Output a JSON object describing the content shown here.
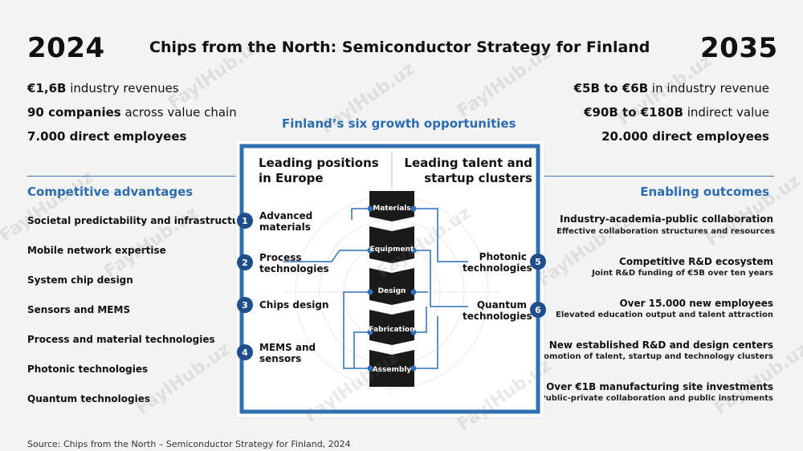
{
  "header": {
    "year_left": "2024",
    "year_right": "2035",
    "title": "Chips from the North: Semiconductor Strategy for Finland"
  },
  "stats_2024": [
    {
      "bold": "€1,6B",
      "rest": " industry revenues"
    },
    {
      "bold": "90 companies",
      "rest": " across value chain"
    },
    {
      "bold": "7.000 direct employees",
      "rest": ""
    }
  ],
  "stats_2035": [
    {
      "bold": "€5B to €6B",
      "rest": " in industry revenue"
    },
    {
      "bold": "€90B to €180B",
      "rest": " indirect value"
    },
    {
      "bold": "20.000 direct employees",
      "rest": ""
    }
  ],
  "opportunities_heading": "Finland’s six growth opportunities",
  "competitive": {
    "heading": "Competitive advantages",
    "items": [
      "Societal predictability and infrastructure",
      "Mobile network expertise",
      "System chip design",
      "Sensors and MEMS",
      "Process and material technologies",
      "Photonic technologies",
      "Quantum technologies"
    ]
  },
  "outcomes": {
    "heading": "Enabling outcomes",
    "items": [
      {
        "title": "Industry-academia-public collaboration",
        "sub": "Effective collaboration structures and resources"
      },
      {
        "title": "Competitive R&D ecosystem",
        "sub": "Joint R&D funding of €5B over ten years"
      },
      {
        "title": "Over 15.000 new employees",
        "sub": "Elevated education output and talent attraction"
      },
      {
        "title": "New established R&D and design centers",
        "sub": "Promotion of talent, startup and technology clusters"
      },
      {
        "title": "Over €1B manufacturing site investments",
        "sub": "Public-private collaboration and public instruments"
      }
    ]
  },
  "center": {
    "left_heading": "Leading positions in Europe",
    "right_heading": "Leading talent and startup clusters",
    "left_opps": [
      {
        "num": "1",
        "label": "Advanced materials"
      },
      {
        "num": "2",
        "label": "Process technologies"
      },
      {
        "num": "3",
        "label": "Chips design"
      },
      {
        "num": "4",
        "label": "MEMS and sensors"
      }
    ],
    "right_opps": [
      {
        "num": "5",
        "label": "Photonic technologies"
      },
      {
        "num": "6",
        "label": "Quantum technologies"
      }
    ],
    "stages": [
      "Materials",
      "Equipment",
      "Design",
      "Fabrication",
      "Assembly"
    ]
  },
  "source": "Source: Chips from the North – Semiconductor Strategy for Finland, 2024",
  "watermark": "FaylHub.uz",
  "colors": {
    "accent_blue": "#2b6cb0",
    "frame_blue": "#2f6fb3",
    "badge_navy": "#1f4e8c",
    "stage_black": "#1a1a1a"
  }
}
